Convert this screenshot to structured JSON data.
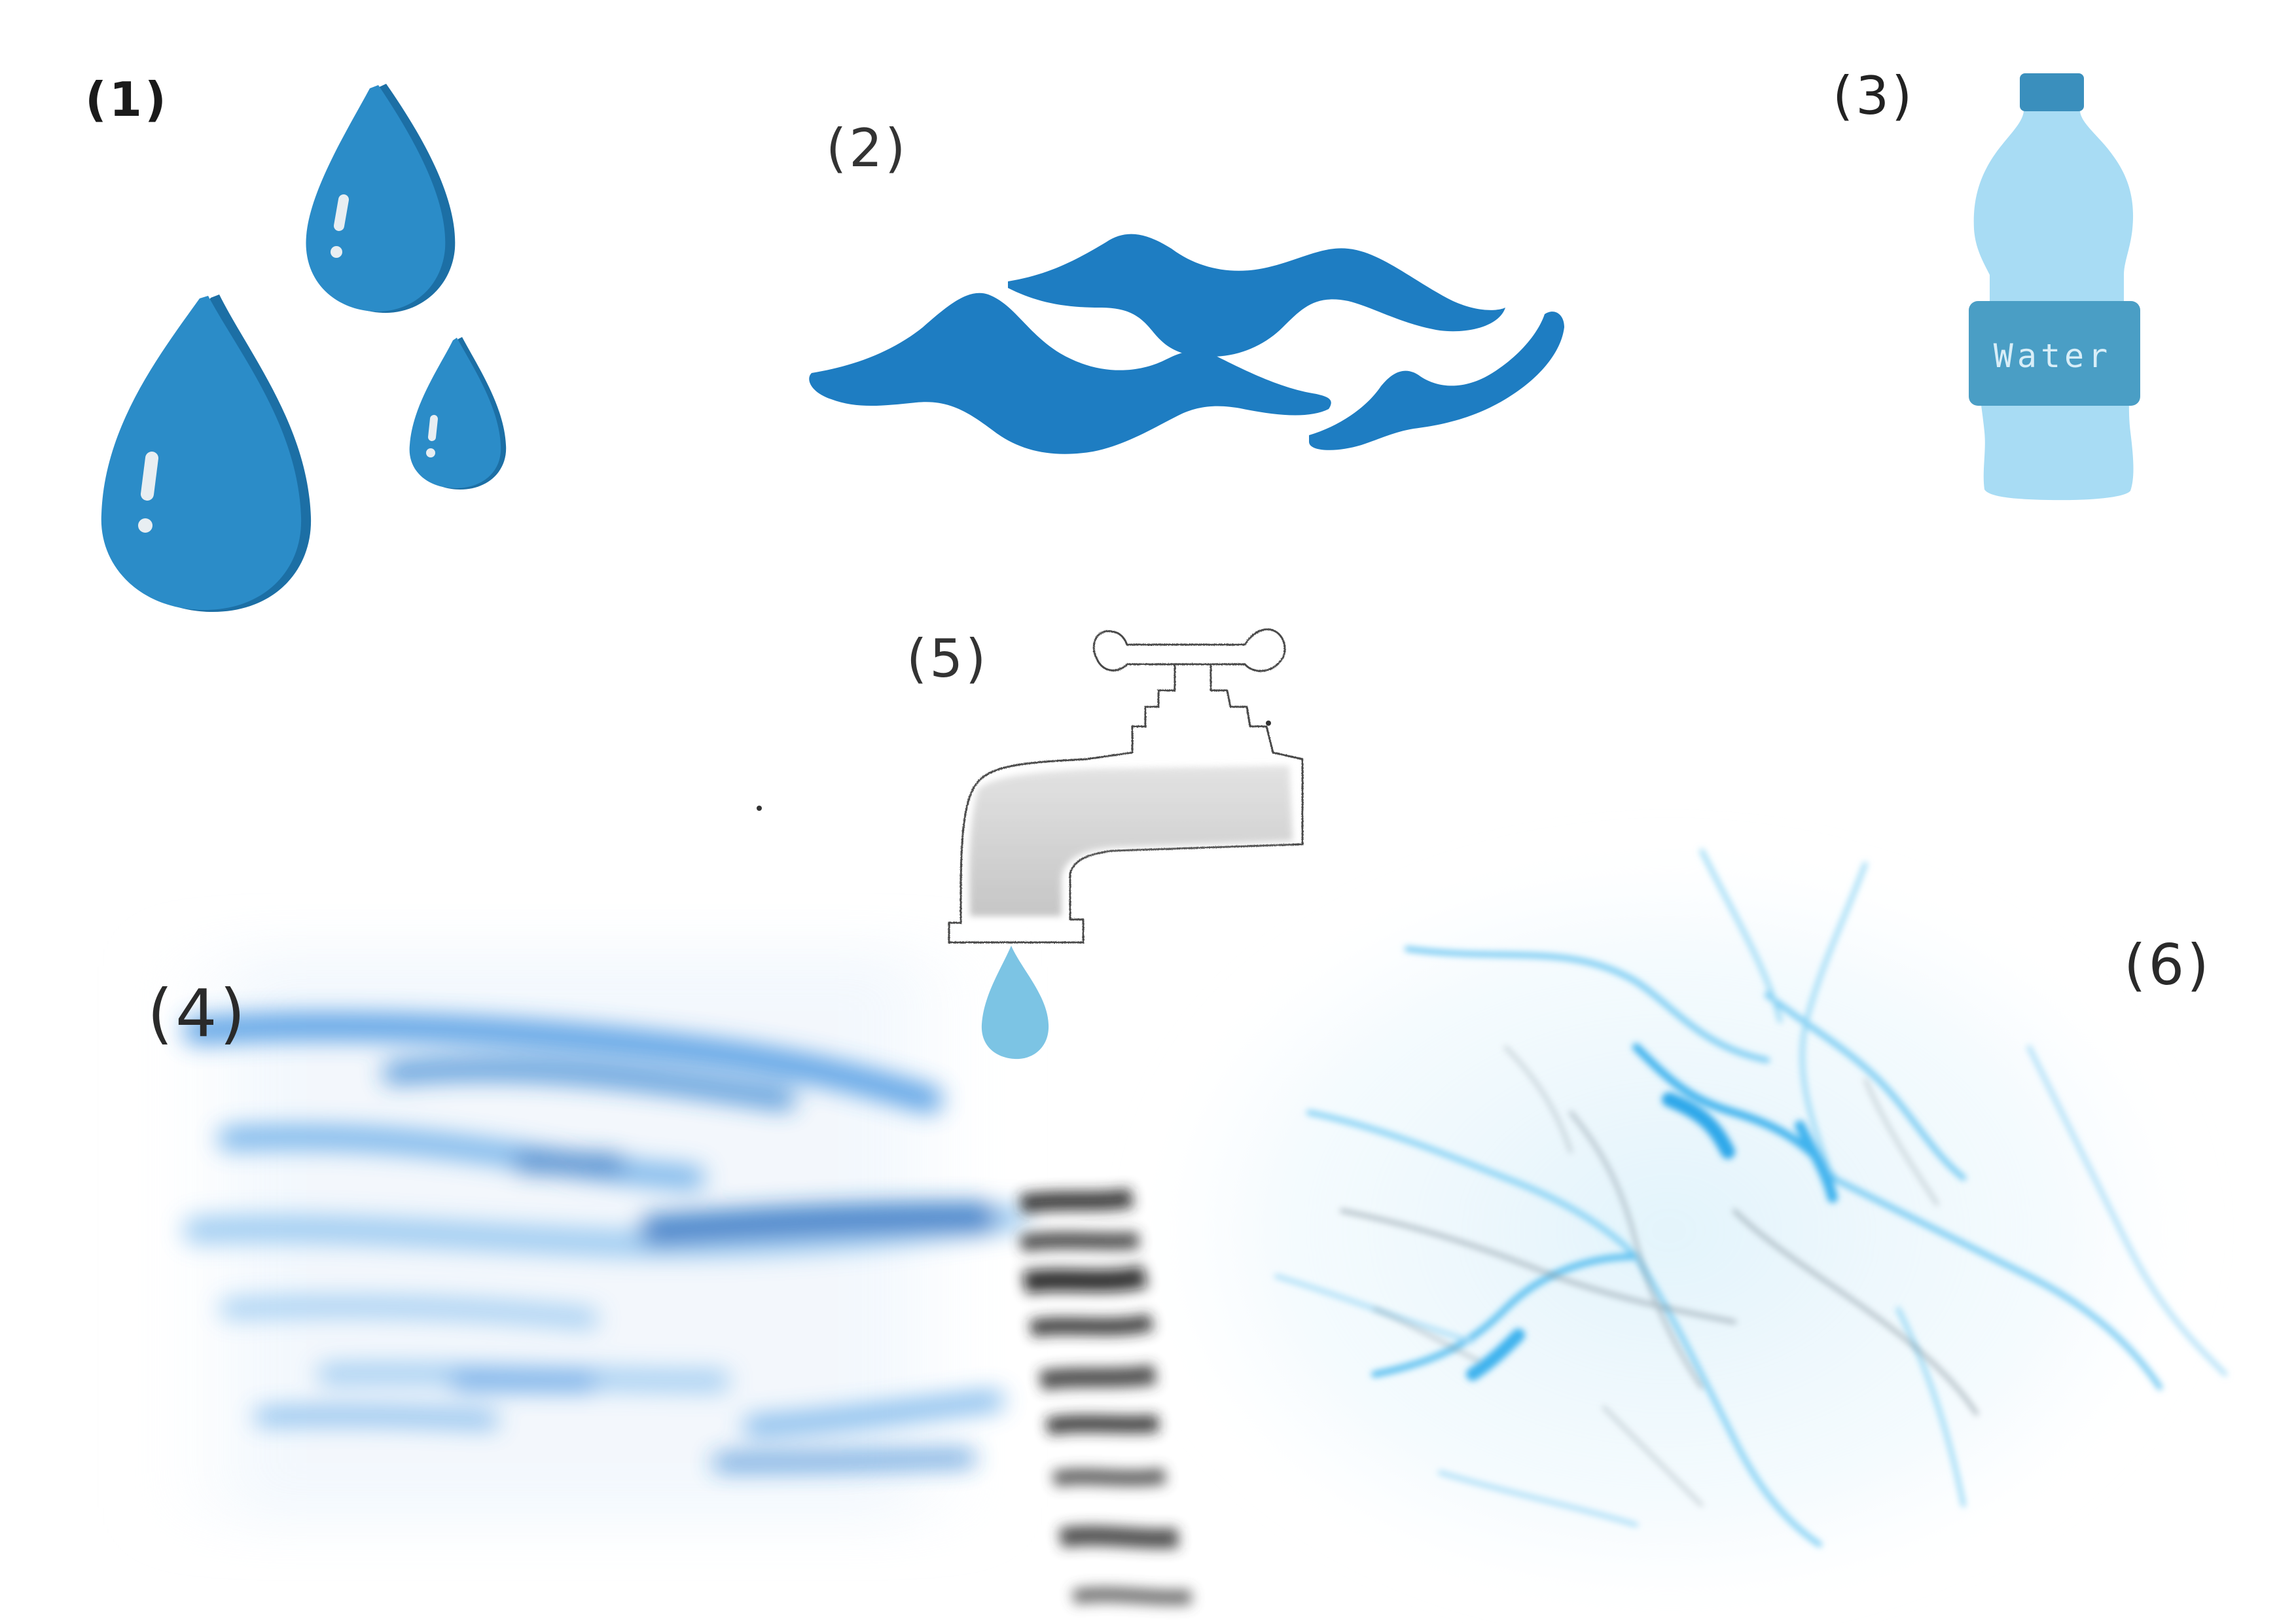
{
  "labels": {
    "item1": "(1)",
    "item2": "(2)",
    "item3": "(3)",
    "item4": "(4)",
    "item5": "(5)",
    "item6": "(6)"
  },
  "bottle": {
    "label_text": "Water"
  },
  "illustrations": {
    "item1": "water-drops",
    "item2": "water-waves",
    "item3": "water-bottle",
    "item4": "blue-water-streaks",
    "item5": "faucet-with-drop",
    "item6": "blue-water-veins"
  },
  "colors": {
    "drop_blue": "#2b8cc8",
    "drop_shadow": "#1c6fa5",
    "wave_blue": "#1e7dc2",
    "bottle_light": "#a8dcf4",
    "bottle_label": "#4a9ec5",
    "bottle_cap": "#3a8fbd",
    "faucet_drop": "#7cc4e4",
    "streak_blue": "#2a7fd0",
    "vein_blue": "#5bc0f0",
    "vein_gray": "#8a9aa4"
  }
}
